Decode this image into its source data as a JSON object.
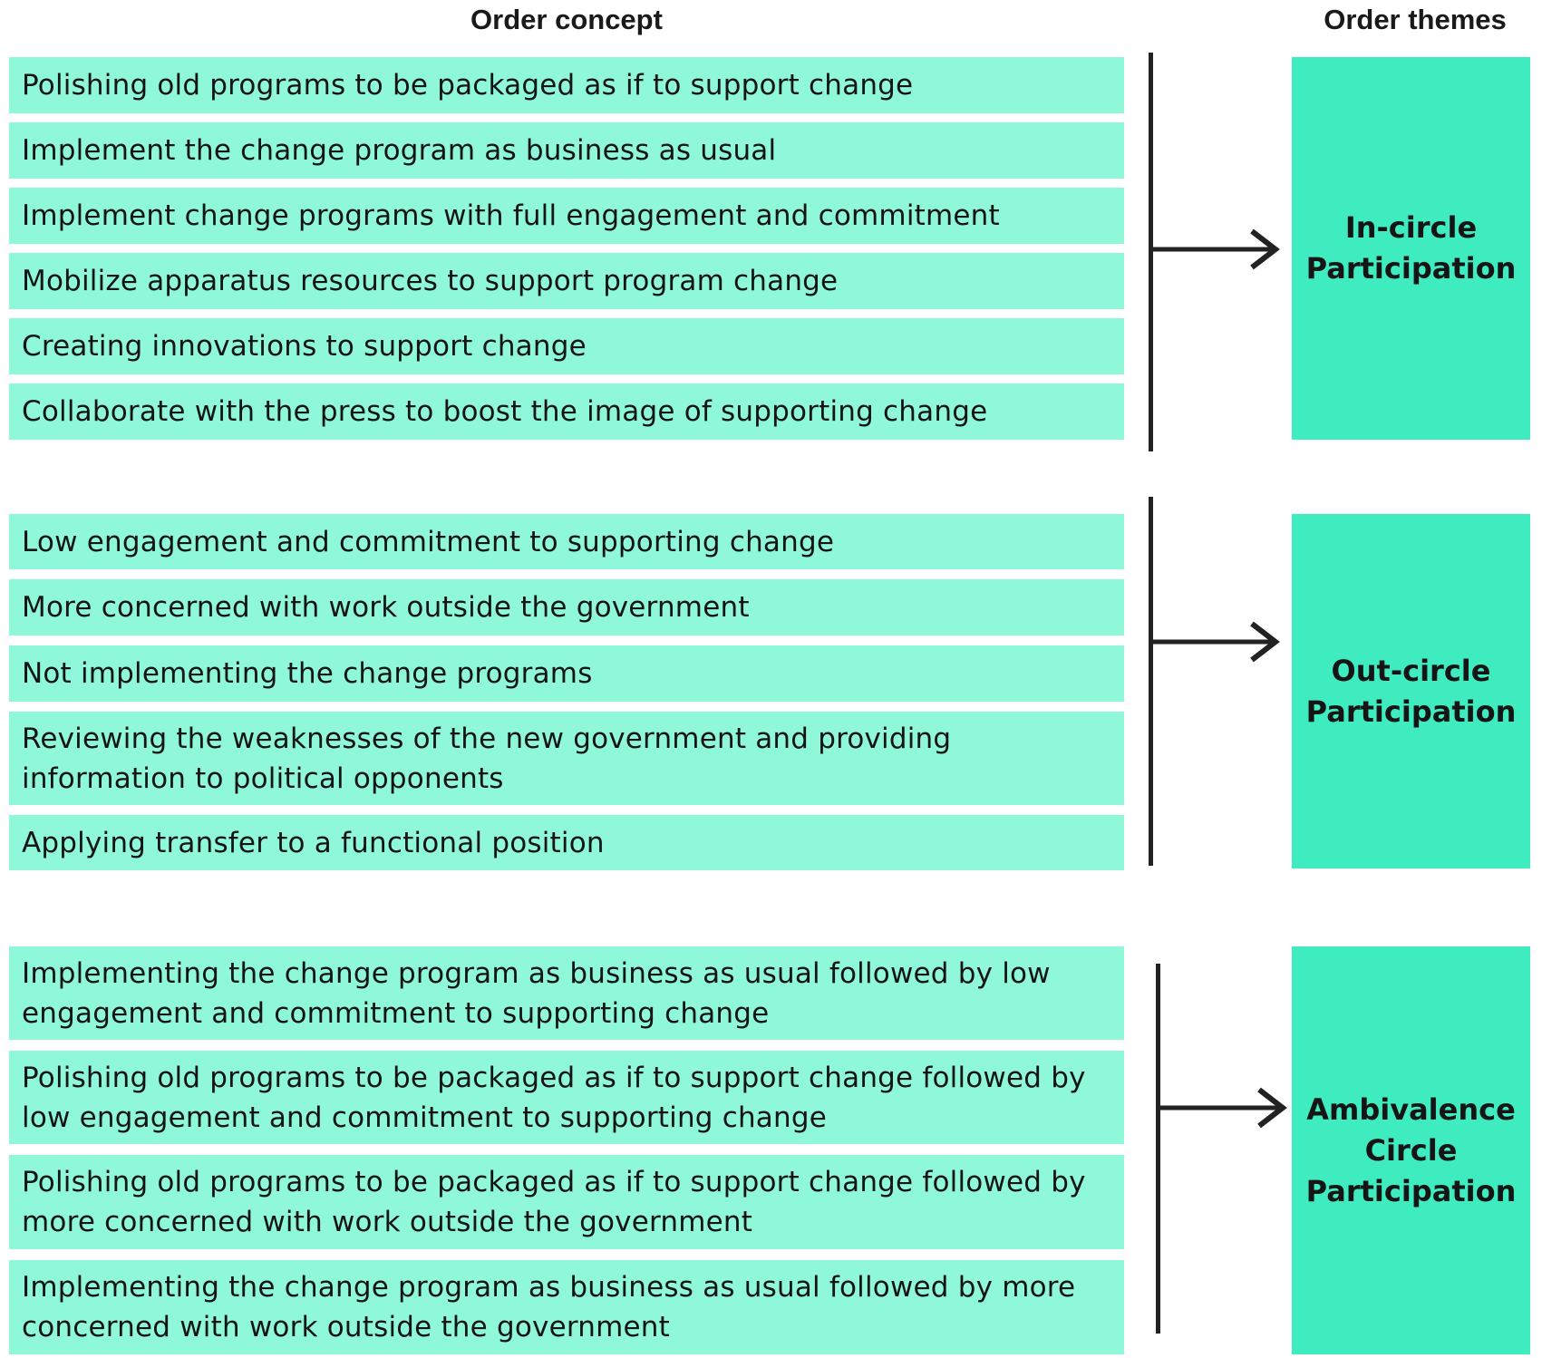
{
  "headers": {
    "order_concept": "Order concept",
    "order_themes": "Order themes"
  },
  "groups": [
    {
      "theme": "In-circle\nParticipation",
      "items": [
        "Polishing old programs to be packaged as if to support change",
        "Implement the change program as business as usual",
        "Implement change programs with full engagement and commitment",
        "Mobilize apparatus resources to support program change",
        "Creating innovations to support change",
        "Collaborate with the press to boost the image of supporting change"
      ]
    },
    {
      "theme": "Out-circle\nParticipation",
      "items": [
        "Low engagement and commitment to supporting change",
        "More concerned with work outside the government",
        "Not implementing the change programs",
        "Reviewing the weaknesses of the new government and providing information to political opponents",
        "Applying transfer to a functional position"
      ]
    },
    {
      "theme": "Ambivalence\nCircle\nParticipation",
      "items": [
        "Implementing the change program as business as usual followed by low engagement and commitment to supporting change",
        "Polishing old programs to be packaged as if to support change followed by low engagement and commitment to supporting change",
        "Polishing old programs to be packaged as if to support change followed by more concerned with work outside the government",
        "Implementing the change program as business as usual followed by more concerned with work outside the government"
      ]
    }
  ],
  "colors": {
    "concept_box": "#8ff7da",
    "theme_box": "#3eecc0",
    "line": "#222222"
  }
}
